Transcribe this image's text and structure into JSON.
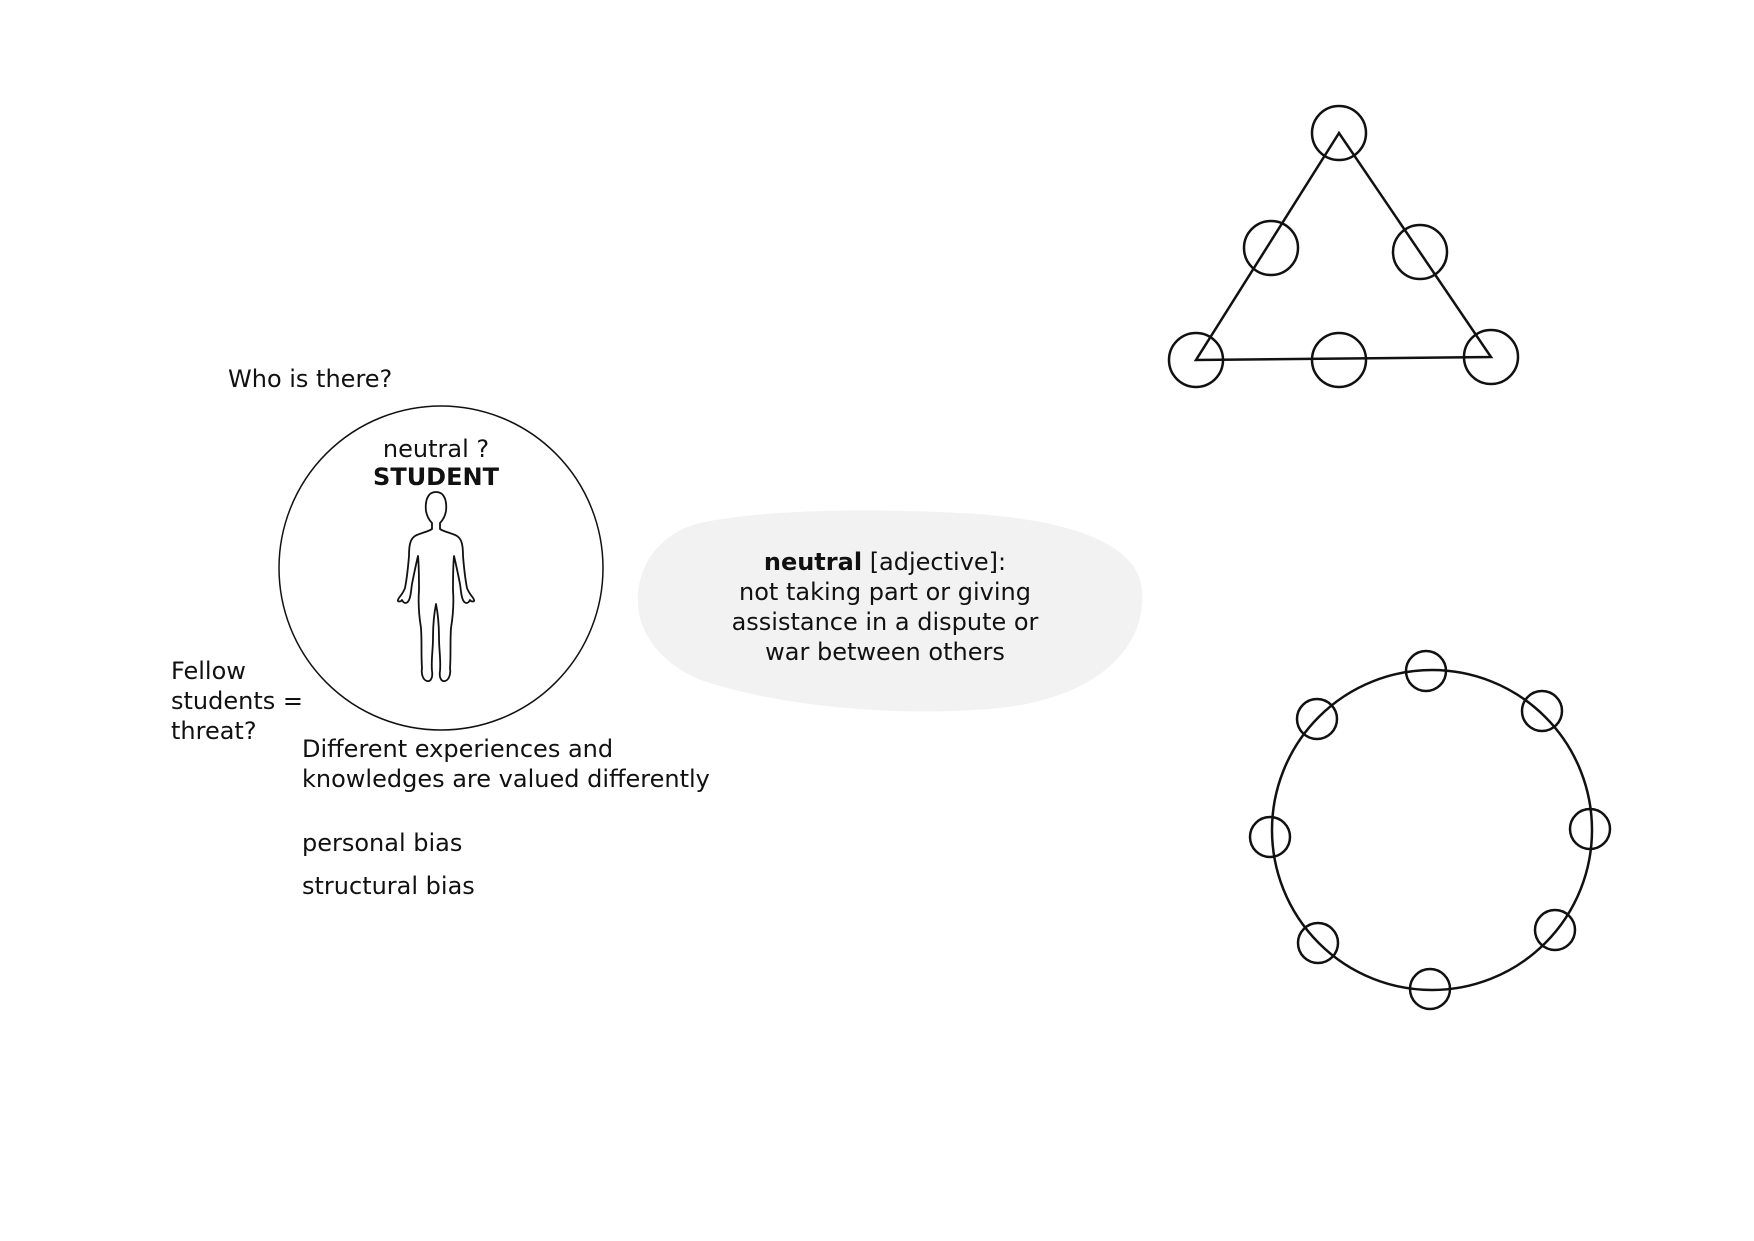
{
  "labels": {
    "who_is_there": "Who is there?",
    "fellow_students_lines": [
      "Fellow",
      "students =",
      "threat?"
    ],
    "student_neutral": "neutral ?",
    "student_title": "STUDENT",
    "experiences_lines": [
      "Different experiences and",
      "knowledges are valued differently"
    ],
    "personal_bias": "personal bias",
    "structural_bias": "structural bias"
  },
  "definition": {
    "term": "neutral",
    "part_of_speech": "[adjective]:",
    "lines": [
      "not taking part or giving",
      "assistance in a dispute or",
      "war between others"
    ]
  },
  "colors": {
    "ink": "#111111",
    "bubble": "#f2f2f2"
  },
  "icons": {
    "person": "human-figure-icon"
  }
}
